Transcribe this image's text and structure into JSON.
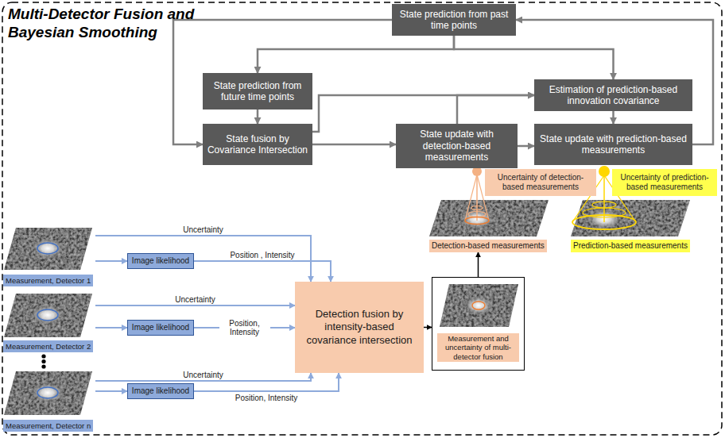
{
  "diagram": {
    "title": "Multi-Detector Fusion and Bayesian Smoothing",
    "nodes": [
      {
        "text": [
          "State prediction from past time points"
        ]
      },
      {
        "text": [
          "State prediction from future time points"
        ]
      },
      {
        "text": [
          "Estimation of prediction-based innovation covariance"
        ]
      },
      {
        "text": [
          "State fusion by Covariance Intersection"
        ]
      },
      {
        "text": [
          "State update with detection-based measurements"
        ]
      },
      {
        "text": [
          "State update with prediction-based measurements"
        ]
      },
      {
        "text": [
          "Uncertainty of detection-based measurements"
        ]
      },
      {
        "text": [
          "Uncertainty of prediction-based measurements"
        ]
      },
      {
        "text": [
          "Detection-based measurements"
        ]
      },
      {
        "text": [
          "Prediction-based measurements"
        ]
      },
      {
        "text": [
          "Measurement, Detector 1"
        ]
      },
      {
        "text": [
          "Image likelihood"
        ]
      },
      {
        "text": [
          "Detection fusion by intensity-based covariance intersection"
        ]
      },
      {
        "text": [
          "Measurement and uncertainty of multi-detector fusion"
        ]
      },
      {
        "text": [
          "Measurement, Detector 2"
        ]
      },
      {
        "text": [
          "Image likelihood"
        ]
      },
      {
        "text": [
          "Measurement, Detector n"
        ]
      },
      {
        "text": [
          "Image likelihood"
        ]
      }
    ],
    "edges": [
      {
        "from": 0,
        "to": 1,
        "arrow": "to"
      },
      {
        "from": 0,
        "to": 2,
        "arrow": "to"
      },
      {
        "from": 0,
        "to": 3,
        "arrow": "to"
      },
      {
        "from": 1,
        "to": 3,
        "arrow": "to"
      },
      {
        "from": 3,
        "to": 4,
        "arrow": "to"
      },
      {
        "from": 3,
        "to": 2,
        "arrow": "to"
      },
      {
        "from": 4,
        "to": 2,
        "arrow": "to"
      },
      {
        "from": 4,
        "to": 5,
        "arrow": "to"
      },
      {
        "from": 2,
        "to": 5,
        "arrow": "to"
      },
      {
        "from": 5,
        "to": 0,
        "arrow": "to"
      },
      {
        "from": 12,
        "to": 13,
        "arrow": "to"
      },
      {
        "from": 13,
        "to": 8,
        "arrow": "to"
      },
      {
        "from": 10,
        "to": 11,
        "arrow": "to"
      },
      {
        "from": 11,
        "to": 12,
        "label": "Position , Intensity",
        "arrow": "to"
      },
      {
        "from": 10,
        "to": 12,
        "label": "Uncertainty",
        "arrow": "to"
      },
      {
        "from": 14,
        "to": 15,
        "arrow": "to"
      },
      {
        "from": 15,
        "to": 12,
        "label": "Position, Intensity",
        "arrow": "to"
      },
      {
        "from": 14,
        "to": 12,
        "label": "Uncertainty",
        "arrow": "to"
      },
      {
        "from": 16,
        "to": 17,
        "arrow": "to"
      },
      {
        "from": 17,
        "to": 12,
        "label": "Position, Intensity",
        "arrow": "to"
      },
      {
        "from": 16,
        "to": 12,
        "label": "Uncertainty",
        "arrow": "to"
      }
    ]
  }
}
